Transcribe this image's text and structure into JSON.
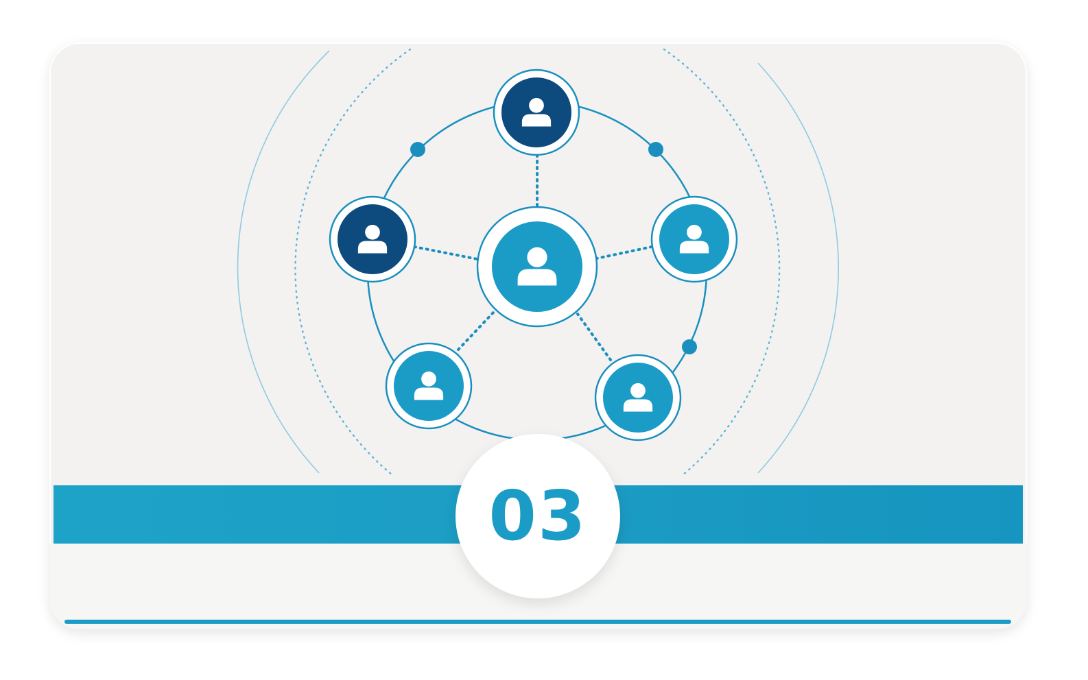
{
  "badge": {
    "number": "03"
  },
  "colors": {
    "card_background": "#f3f2f1",
    "accent_blue": "#1a9cc6",
    "dark_navy": "#0d4a7d",
    "light_ring": "#7fc6dd"
  },
  "nodes": [
    {
      "name": "center",
      "shade": "accent",
      "icon": "user-icon"
    },
    {
      "name": "top",
      "shade": "dark",
      "icon": "user-icon"
    },
    {
      "name": "left",
      "shade": "dark",
      "icon": "user-icon"
    },
    {
      "name": "right",
      "shade": "accent",
      "icon": "user-icon"
    },
    {
      "name": "bottom-left",
      "shade": "accent",
      "icon": "user-icon"
    },
    {
      "name": "bottom-right",
      "shade": "accent",
      "icon": "user-icon"
    }
  ]
}
